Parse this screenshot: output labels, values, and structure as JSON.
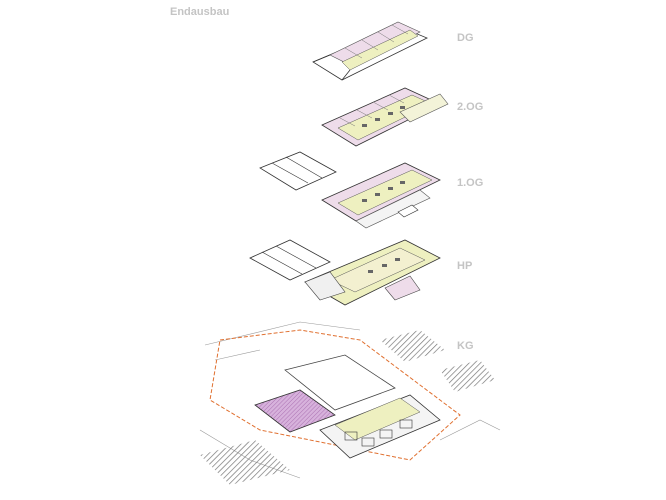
{
  "title": "Endausbau",
  "levels": [
    {
      "label": "DG"
    },
    {
      "label": "2.OG"
    },
    {
      "label": "1.OG"
    },
    {
      "label": "HP"
    },
    {
      "label": "KG"
    }
  ],
  "colors": {
    "room_pink": "#eedcea",
    "corridor_yellow": "#eef0c0",
    "site_line": "#e07030",
    "hall_purple": "#b070b8",
    "hatch": "#888888"
  }
}
